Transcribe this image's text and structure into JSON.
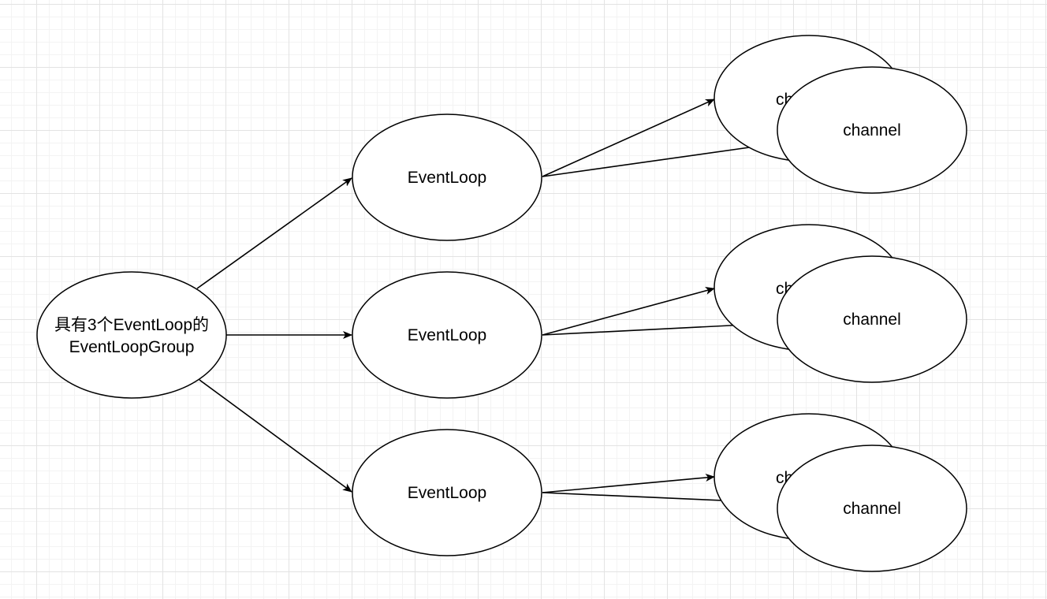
{
  "group": {
    "label_line1": "具有3个EventLoop的",
    "label_line2": "EventLoopGroup"
  },
  "event_loops": [
    {
      "label": "EventLoop"
    },
    {
      "label": "EventLoop"
    },
    {
      "label": "EventLoop"
    }
  ],
  "channels": [
    {
      "back_label": "ch",
      "front_label": "channel"
    },
    {
      "back_label": "ch",
      "front_label": "channel"
    },
    {
      "back_label": "ch",
      "front_label": "channel"
    }
  ],
  "colors": {
    "stroke": "#000000",
    "fill": "#ffffff",
    "grid": "#e3e3e3"
  }
}
